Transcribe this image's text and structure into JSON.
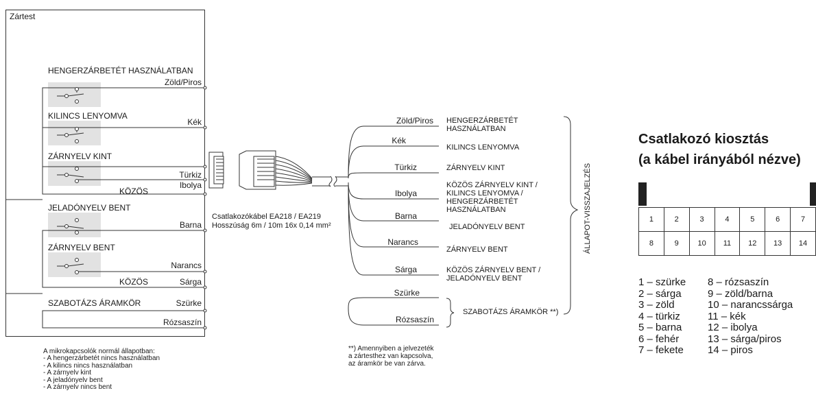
{
  "enclosure": {
    "title": "Zártest",
    "left_labels": [
      "HENGERZÁRBETÉT HASZNÁLATBAN",
      "KILINCS LENYOMVA",
      "ZÁRNYELV KINT",
      "JELADÓNYELV BENT",
      "ZÁRNYELV BENT",
      "SZABOTÁZS ÁRAMKÖR"
    ],
    "wire_labels": [
      "Zöld/Piros",
      "Kék",
      "Türkiz",
      "Ibolya",
      "Barna",
      "Narancs",
      "Sárga",
      "Szürke",
      "Rózsaszín"
    ],
    "kozos_labels": [
      "KÖZÖS",
      "KÖZÖS"
    ]
  },
  "normal_state": {
    "heading": "A mikrokapcsolók normál állapotban:",
    "items": [
      "- A hengerzárbetét nincs használatban",
      "- A kilincs nincs használatban",
      "- A zárnyelv kint",
      "- A jeladónyelv bent",
      "- A zárnyelv nincs bent"
    ]
  },
  "cable": {
    "line1": "Csatlakozókábel EA218 / EA219",
    "line2": "Hosszúság 6m / 10m 16x 0,14 mm²"
  },
  "right_side": {
    "wire_colors": [
      "Zöld/Piros",
      "Kék",
      "Türkiz",
      "Ibolya",
      "Barna",
      "Narancs",
      "Sárga",
      "Szürke",
      "Rózsaszín"
    ],
    "descriptions": [
      "HENGERZÁRBETÉT",
      "HASZNÁLATBAN",
      "KILINCS LENYOMVA",
      "ZÁRNYELV KINT",
      "KÖZÖS ZÁRNYELV KINT /",
      "KILINCS LENYOMVA /",
      "HENGERZÁRBETÉT",
      "HASZNÁLATBAN",
      "JELADÓNYELV BENT",
      "ZÁRNYELV BENT",
      "KÖZÖS ZÁRNYELV BENT /",
      "JELADÓNYELV BENT"
    ],
    "sabotage": "SZABOTÁZS ÁRAMKÖR **)",
    "status_feedback": "ÁLLAPOT-VISSZAJELZÉS",
    "footnote": [
      "**) Amennyiben a jelvezeték",
      "a zártesthez van kapcsolva,",
      "az áramkör be van zárva."
    ]
  },
  "pinout": {
    "title_line1": "Csatlakozó kiosztás",
    "title_line2": "(a kábel irányából nézve)",
    "row1": [
      "1",
      "2",
      "3",
      "4",
      "5",
      "6",
      "7"
    ],
    "row2": [
      "8",
      "9",
      "10",
      "11",
      "12",
      "13",
      "14"
    ],
    "legend_left": [
      "1 – szürke",
      "2 – sárga",
      "3 – zöld",
      "4 – türkiz",
      "5 – barna",
      "6 – fehér",
      "7 – fekete"
    ],
    "legend_right": [
      "8 – rózsaszín",
      "9 – zöld/barna",
      "10 – narancssárga",
      "11 – kék",
      "12 – ibolya",
      "13 – sárga/piros",
      "14 – piros"
    ]
  }
}
